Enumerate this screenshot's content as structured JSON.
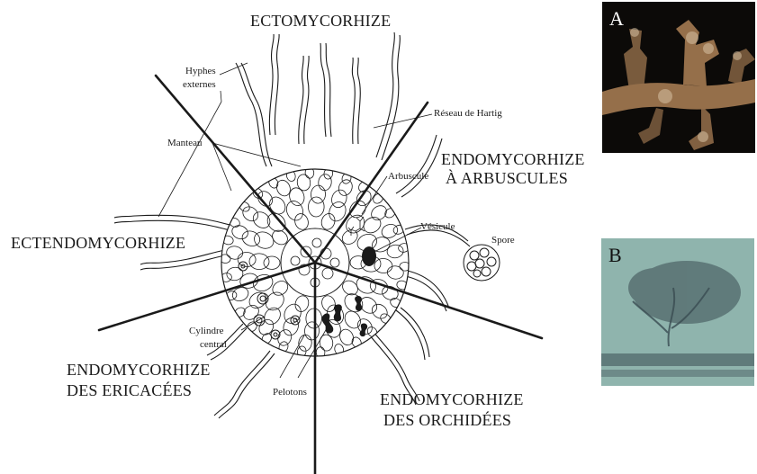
{
  "diagram": {
    "sectors": {
      "ecto": "ECTOMYCORHIZE",
      "arb_line1": "ENDOMYCORHIZE",
      "arb_line2": "À ARBUSCULES",
      "ectendo": "ECTENDOMYCORHIZE",
      "eric_line1": "ENDOMYCORHIZE",
      "eric_line2": "DES ERICACÉES",
      "orch_line1": "ENDOMYCORHIZE",
      "orch_line2": "DES ORCHIDÉES"
    },
    "labels": {
      "hyphes_line1": "Hyphes",
      "hyphes_line2": "externes",
      "manteau": "Manteau",
      "reseau": "Réseau de Hartig",
      "arbuscule": "Arbuscule",
      "vesicule": "Vésicule",
      "spore": "Spore",
      "cyl_line1": "Cylindre",
      "cyl_line2": "central",
      "pelotons": "Pelotons"
    }
  },
  "photos": {
    "a_label": "A",
    "b_label": "B"
  },
  "colors": {
    "ink": "#1a1a1a",
    "photo_a_bg": "#0c0a08",
    "photo_a_root": "#a47a52",
    "photo_b_bg": "#8fb4ad",
    "photo_b_hyphae": "#3a4c52"
  }
}
